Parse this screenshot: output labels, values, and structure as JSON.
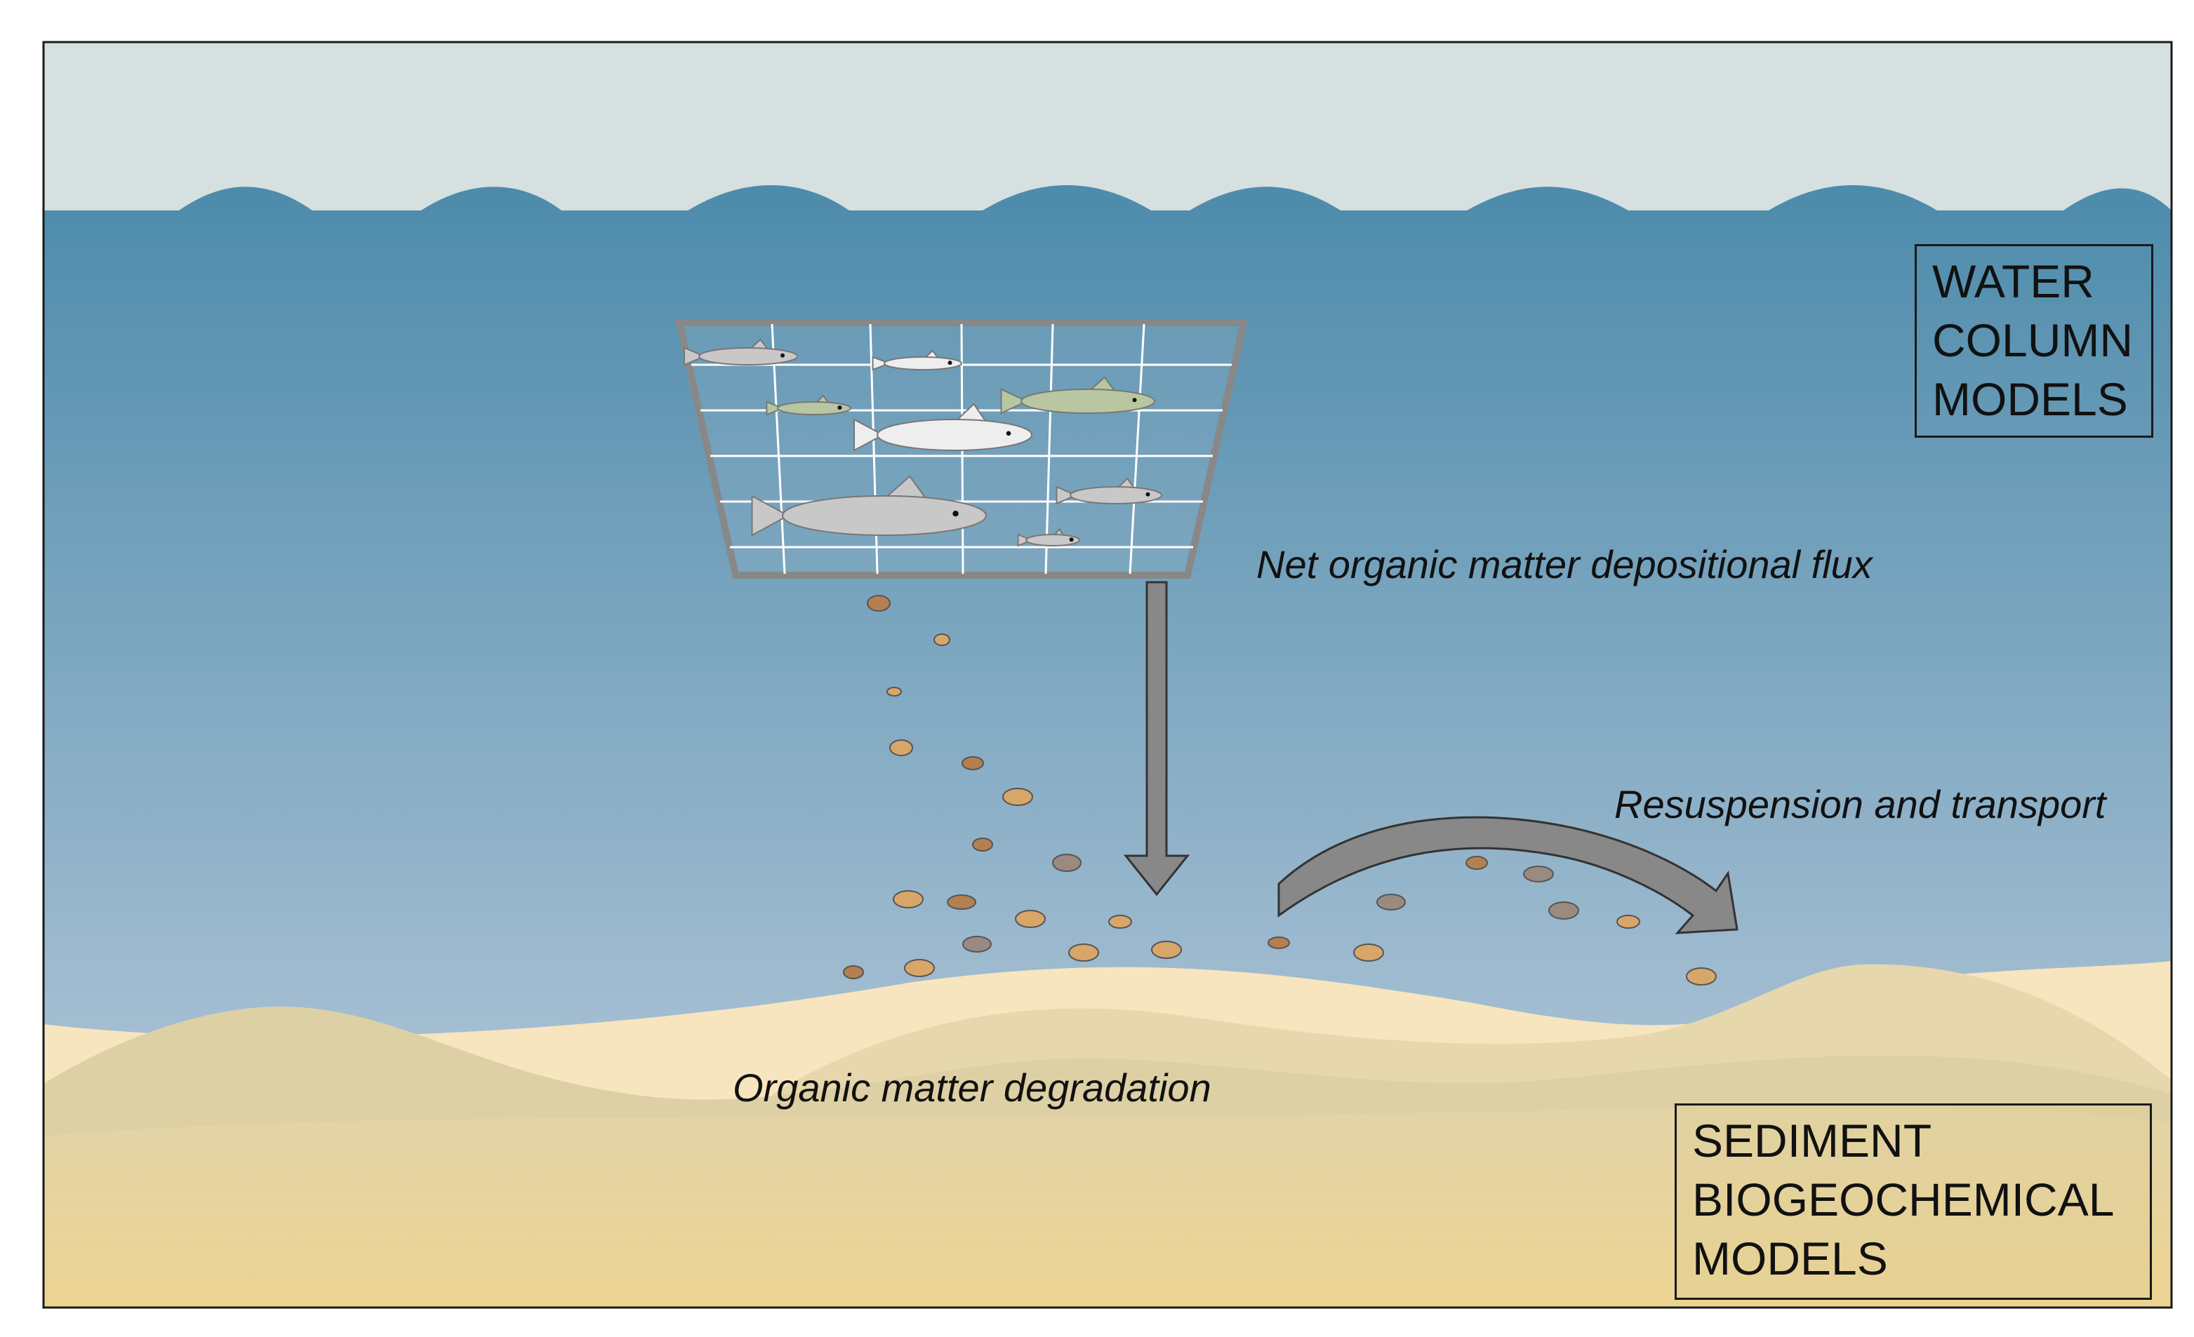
{
  "labels": {
    "water_column": [
      "WATER",
      "COLUMN",
      "MODELS"
    ],
    "sediment": [
      "SEDIMENT",
      "BIOGEOCHEMICAL",
      "MODELS"
    ],
    "net_flux": "Net organic matter depositional flux",
    "resuspension": "Resuspension and transport",
    "degradation": "Organic matter degradation"
  },
  "colors": {
    "sky": "#d6e0e0",
    "water_top": "#4d8bab",
    "water_bottom": "#a8c0d4",
    "sand_light": "#f7e5bf",
    "sand_mid": "#e1d0a1",
    "sand_dark": "#efd590",
    "arrow": "#888888",
    "particle_brown": "#b5804f",
    "particle_tan": "#d9a66a",
    "particle_grey": "#9a8a80",
    "fish_white": "#eeeeee",
    "fish_grey": "#c8c8c8",
    "fish_green": "#b8c6a2"
  },
  "icons": [
    "fishing-net-icon",
    "fish-icon",
    "particle-icon",
    "arrow-down-icon",
    "curved-arrow-icon"
  ]
}
